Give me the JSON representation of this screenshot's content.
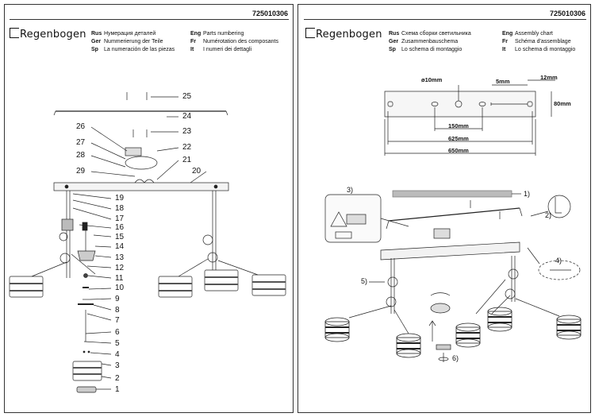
{
  "left": {
    "code": "725010306",
    "brand": "Regenbogen",
    "titles": [
      {
        "lang": "Rus",
        "text": "Нумерация деталей"
      },
      {
        "lang": "Ger",
        "text": "Nummerierung der Teile"
      },
      {
        "lang": "Sp",
        "text": "La numeración de las piezas"
      }
    ],
    "titles2": [
      {
        "lang": "Eng",
        "text": "Parts numbering"
      },
      {
        "lang": "Fr",
        "text": "Numérotation des composants"
      },
      {
        "lang": "It",
        "text": "I numeri dei dettagli"
      }
    ],
    "part_numbers": [
      "25",
      "24",
      "26",
      "23",
      "27",
      "22",
      "28",
      "21",
      "29",
      "20",
      "19",
      "18",
      "17",
      "16",
      "15",
      "14",
      "13",
      "12",
      "11",
      "10",
      "9",
      "8",
      "7",
      "6",
      "5",
      "4",
      "3",
      "2",
      "1"
    ]
  },
  "right": {
    "code": "725010306",
    "brand": "Regenbogen",
    "titles": [
      {
        "lang": "Rus",
        "text": "Схема сборки светильника"
      },
      {
        "lang": "Ger",
        "text": "Zusammenbauschema"
      },
      {
        "lang": "Sp",
        "text": "Lo schema di montaggio"
      }
    ],
    "titles2": [
      {
        "lang": "Eng",
        "text": "Assembly chart"
      },
      {
        "lang": "Fr",
        "text": "Schéma d'assemblage"
      },
      {
        "lang": "It",
        "text": "Lo schema di montaggio"
      }
    ],
    "dims": {
      "hole": "ø10mm",
      "d5": "5mm",
      "d12": "12mm",
      "d80": "80mm",
      "d150": "150mm",
      "d625": "625mm",
      "d650": "650mm"
    },
    "steps": [
      "1)",
      "2)",
      "3)",
      "4)",
      "5)",
      "6)"
    ]
  }
}
